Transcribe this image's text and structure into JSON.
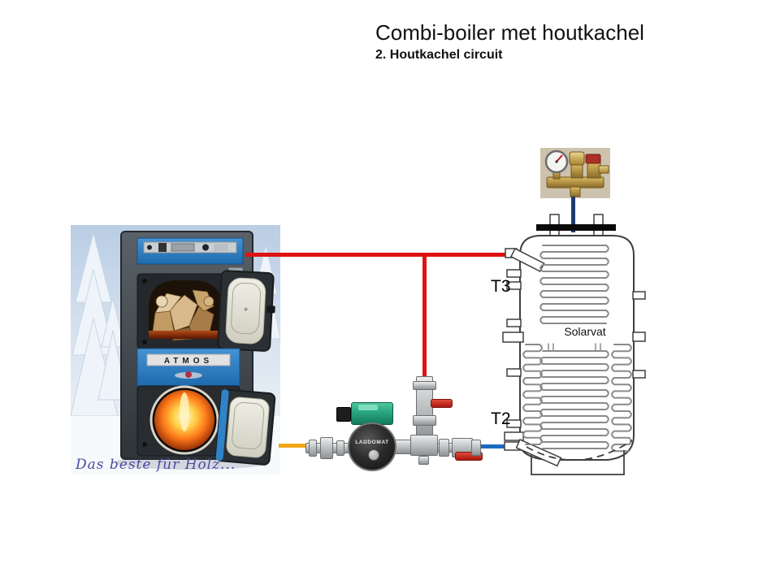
{
  "slide": {
    "title": "Combi-boiler met houtkachel",
    "subtitle": "2. Houtkachel circuit"
  },
  "tank": {
    "label": "Solarvat",
    "sensor_top": "T3",
    "sensor_bottom": "T2"
  },
  "boiler": {
    "brand": "ATMOS",
    "caption": "Das beste für Holz..."
  },
  "pump": {
    "brand": "LADDOMAT"
  },
  "colors": {
    "hot_supply": "#DE1212",
    "return_line": "#1A6BBF",
    "boiler_return": "#F2A71B",
    "cold_feed": "#1E3B6E"
  }
}
